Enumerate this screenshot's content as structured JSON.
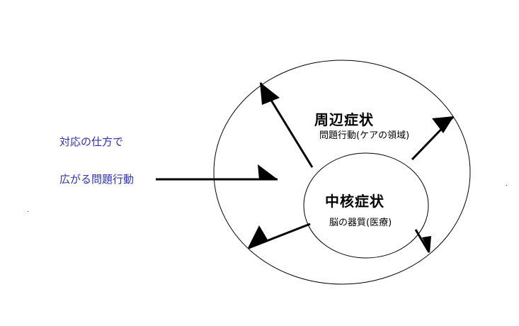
{
  "outer": {
    "title": "周辺症状",
    "subtitle": "問題行動(ケアの領域)"
  },
  "inner": {
    "title": "中核症状",
    "subtitle": "脳の器質(医療)"
  },
  "side_note": {
    "line1": "対応の仕方で",
    "line2": "広がる問題行動"
  },
  "colors": {
    "stroke": "#000000",
    "side_text": "#2f2fbf"
  }
}
